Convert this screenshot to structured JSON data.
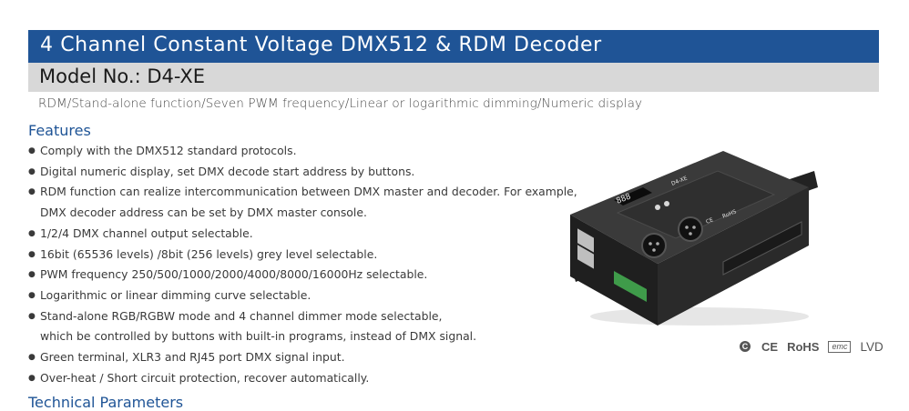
{
  "header": {
    "title": "4 Channel Constant Voltage DMX512 & RDM Decoder",
    "model": "Model No.: D4-XE",
    "subtitle": "RDM/Stand-alone function/Seven PWM frequency/Linear or logarithmic dimming/Numeric display"
  },
  "features": {
    "heading": "Features",
    "items": [
      {
        "text": "Comply with the DMX512 standard protocols."
      },
      {
        "text": "Digital numeric display, set DMX decode start address by buttons."
      },
      {
        "text": "RDM function can realize intercommunication between DMX master and decoder. For example,",
        "text2": "DMX decoder address can be set by DMX master console."
      },
      {
        "text": "1/2/4 DMX channel output selectable."
      },
      {
        "text": "16bit (65536 levels) /8bit (256 levels) grey level selectable."
      },
      {
        "text": "PWM frequency 250/500/1000/2000/4000/8000/16000Hz selectable."
      },
      {
        "text": "Logarithmic or linear dimming curve selectable."
      },
      {
        "text": "Stand-alone RGB/RGBW mode and 4 channel dimmer mode selectable,",
        "text2": "which be controlled by buttons with built-in programs, instead of DMX signal."
      },
      {
        "text": "Green terminal, XLR3 and RJ45 port DMX signal input."
      },
      {
        "text": "Over-heat / Short circuit protection, recover automatically."
      }
    ],
    "bullet": "●"
  },
  "tech": {
    "heading": "Technical Parameters"
  },
  "product": {
    "label": "D4-XE",
    "display": "888",
    "logo_text": "CE",
    "rohs_label": "RoHS"
  },
  "certifications": {
    "cc": "C",
    "ce": "CE",
    "rohs": "RoHS",
    "emc": "emc",
    "lvd": "LVD"
  },
  "colors": {
    "title_bar": "#1f5496",
    "model_bar": "#d8d8d8",
    "heading": "#1f5496",
    "device_body": "#2b2b2b",
    "terminal_green": "#3f9b4a"
  }
}
